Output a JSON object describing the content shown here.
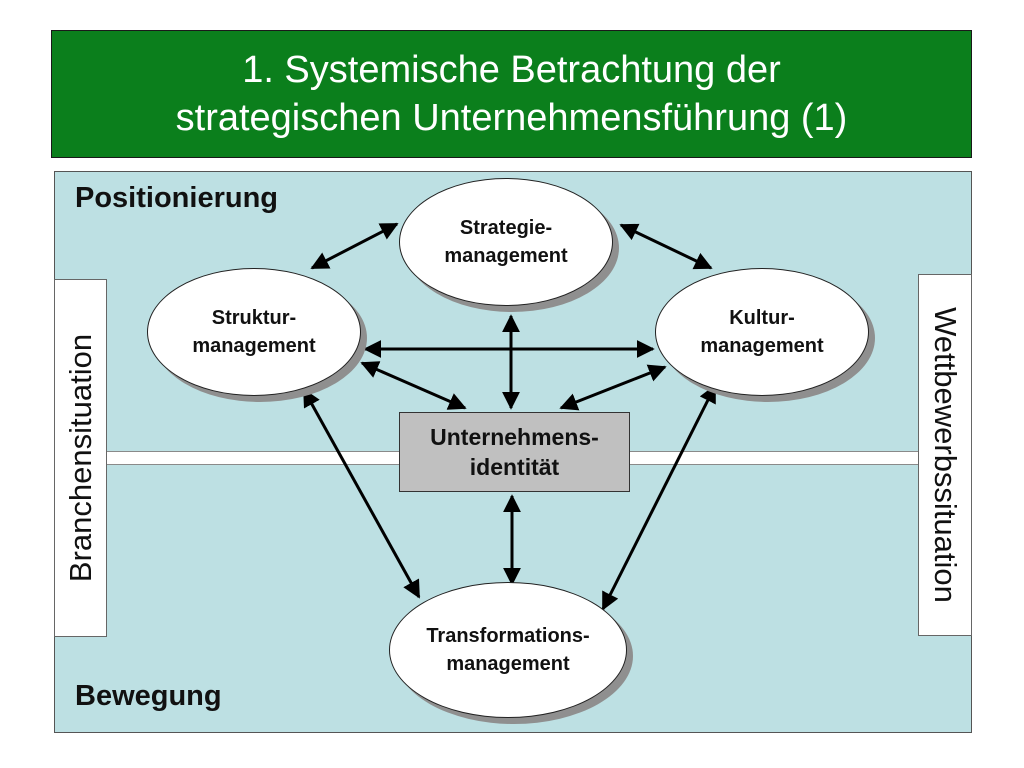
{
  "title": {
    "line1": "1. Systemische Betrachtung der",
    "line2": "strategischen Unternehmensführung (1)"
  },
  "labels": {
    "top_left": "Positionierung",
    "bottom_left": "Bewegung",
    "left_side": "Branchensituation",
    "right_side": "Wettbewerbssituation"
  },
  "nodes": {
    "strategie": {
      "line1": "Strategie-",
      "line2": "management"
    },
    "struktur": {
      "line1": "Struktur-",
      "line2": "management"
    },
    "kultur": {
      "line1": "Kultur-",
      "line2": "management"
    },
    "transformation": {
      "line1": "Transformations-",
      "line2": "management"
    },
    "identitaet": {
      "line1": "Unternehmens-",
      "line2": "identität"
    }
  },
  "edges": [
    {
      "from": "strategie",
      "to": "struktur"
    },
    {
      "from": "strategie",
      "to": "kultur"
    },
    {
      "from": "strategie",
      "to": "identitaet"
    },
    {
      "from": "struktur",
      "to": "kultur"
    },
    {
      "from": "struktur",
      "to": "identitaet"
    },
    {
      "from": "kultur",
      "to": "identitaet"
    },
    {
      "from": "struktur",
      "to": "transformation"
    },
    {
      "from": "kultur",
      "to": "transformation"
    },
    {
      "from": "identitaet",
      "to": "transformation"
    }
  ],
  "colors": {
    "title_bg": "#0b7f1c",
    "panel_bg": "#bde0e3",
    "identity_bg": "#c0c0c0"
  }
}
